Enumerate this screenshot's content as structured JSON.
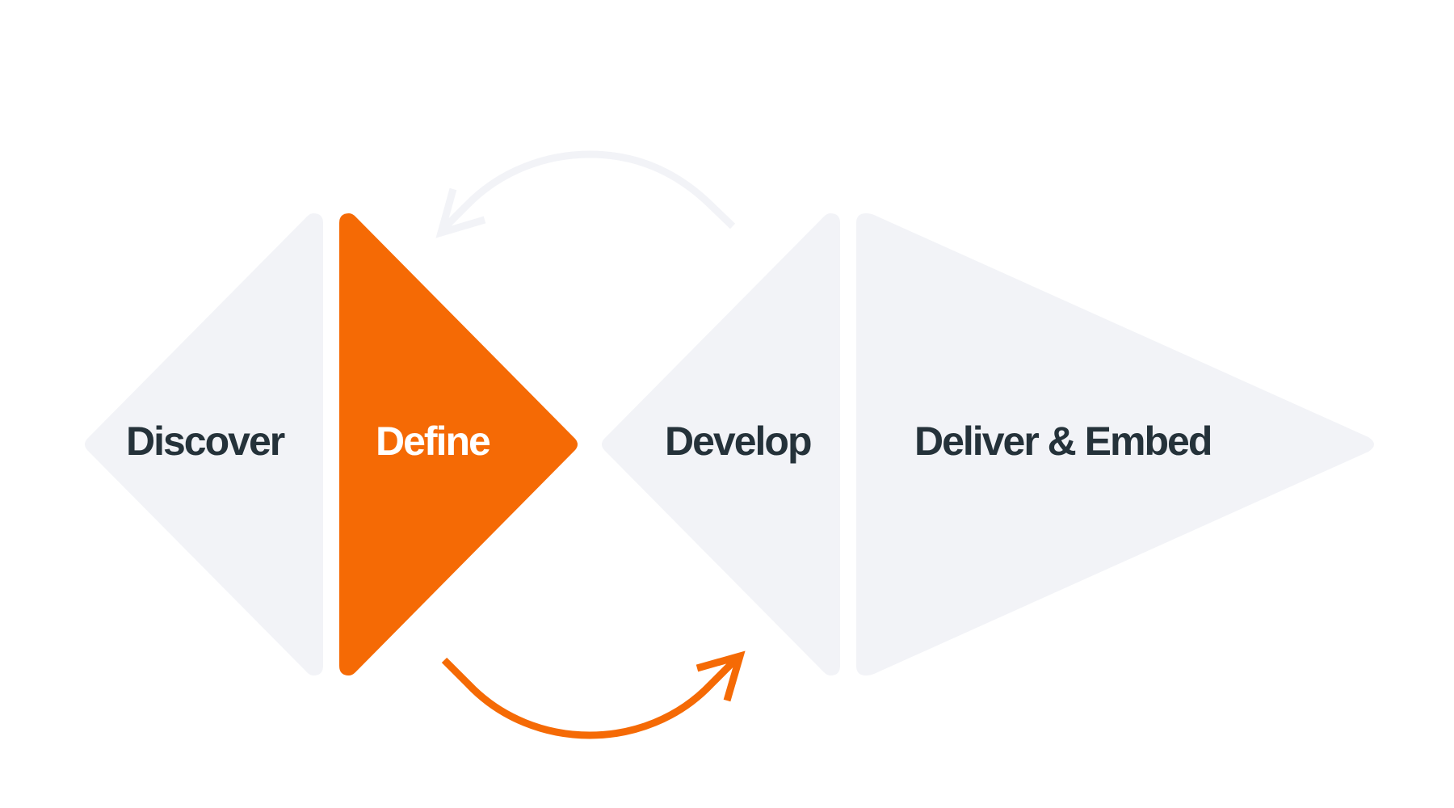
{
  "diagram": {
    "title": "Double Diamond process",
    "colors": {
      "active": "#F56A05",
      "inactive": "#F2F3F7",
      "text_dark": "#25323A",
      "text_light": "#FFFFFF",
      "background": "#FFFFFF"
    },
    "stages": [
      {
        "label": "Discover",
        "state": "inactive"
      },
      {
        "label": "Define",
        "state": "active"
      },
      {
        "label": "Develop",
        "state": "inactive"
      },
      {
        "label": "Deliver & Embed",
        "state": "inactive"
      }
    ],
    "arrows": [
      {
        "name": "iterate-back-arrow",
        "from": "Develop",
        "to": "Define",
        "state": "inactive"
      },
      {
        "name": "proceed-forward-arrow",
        "from": "Define",
        "to": "Develop",
        "state": "active"
      }
    ]
  }
}
